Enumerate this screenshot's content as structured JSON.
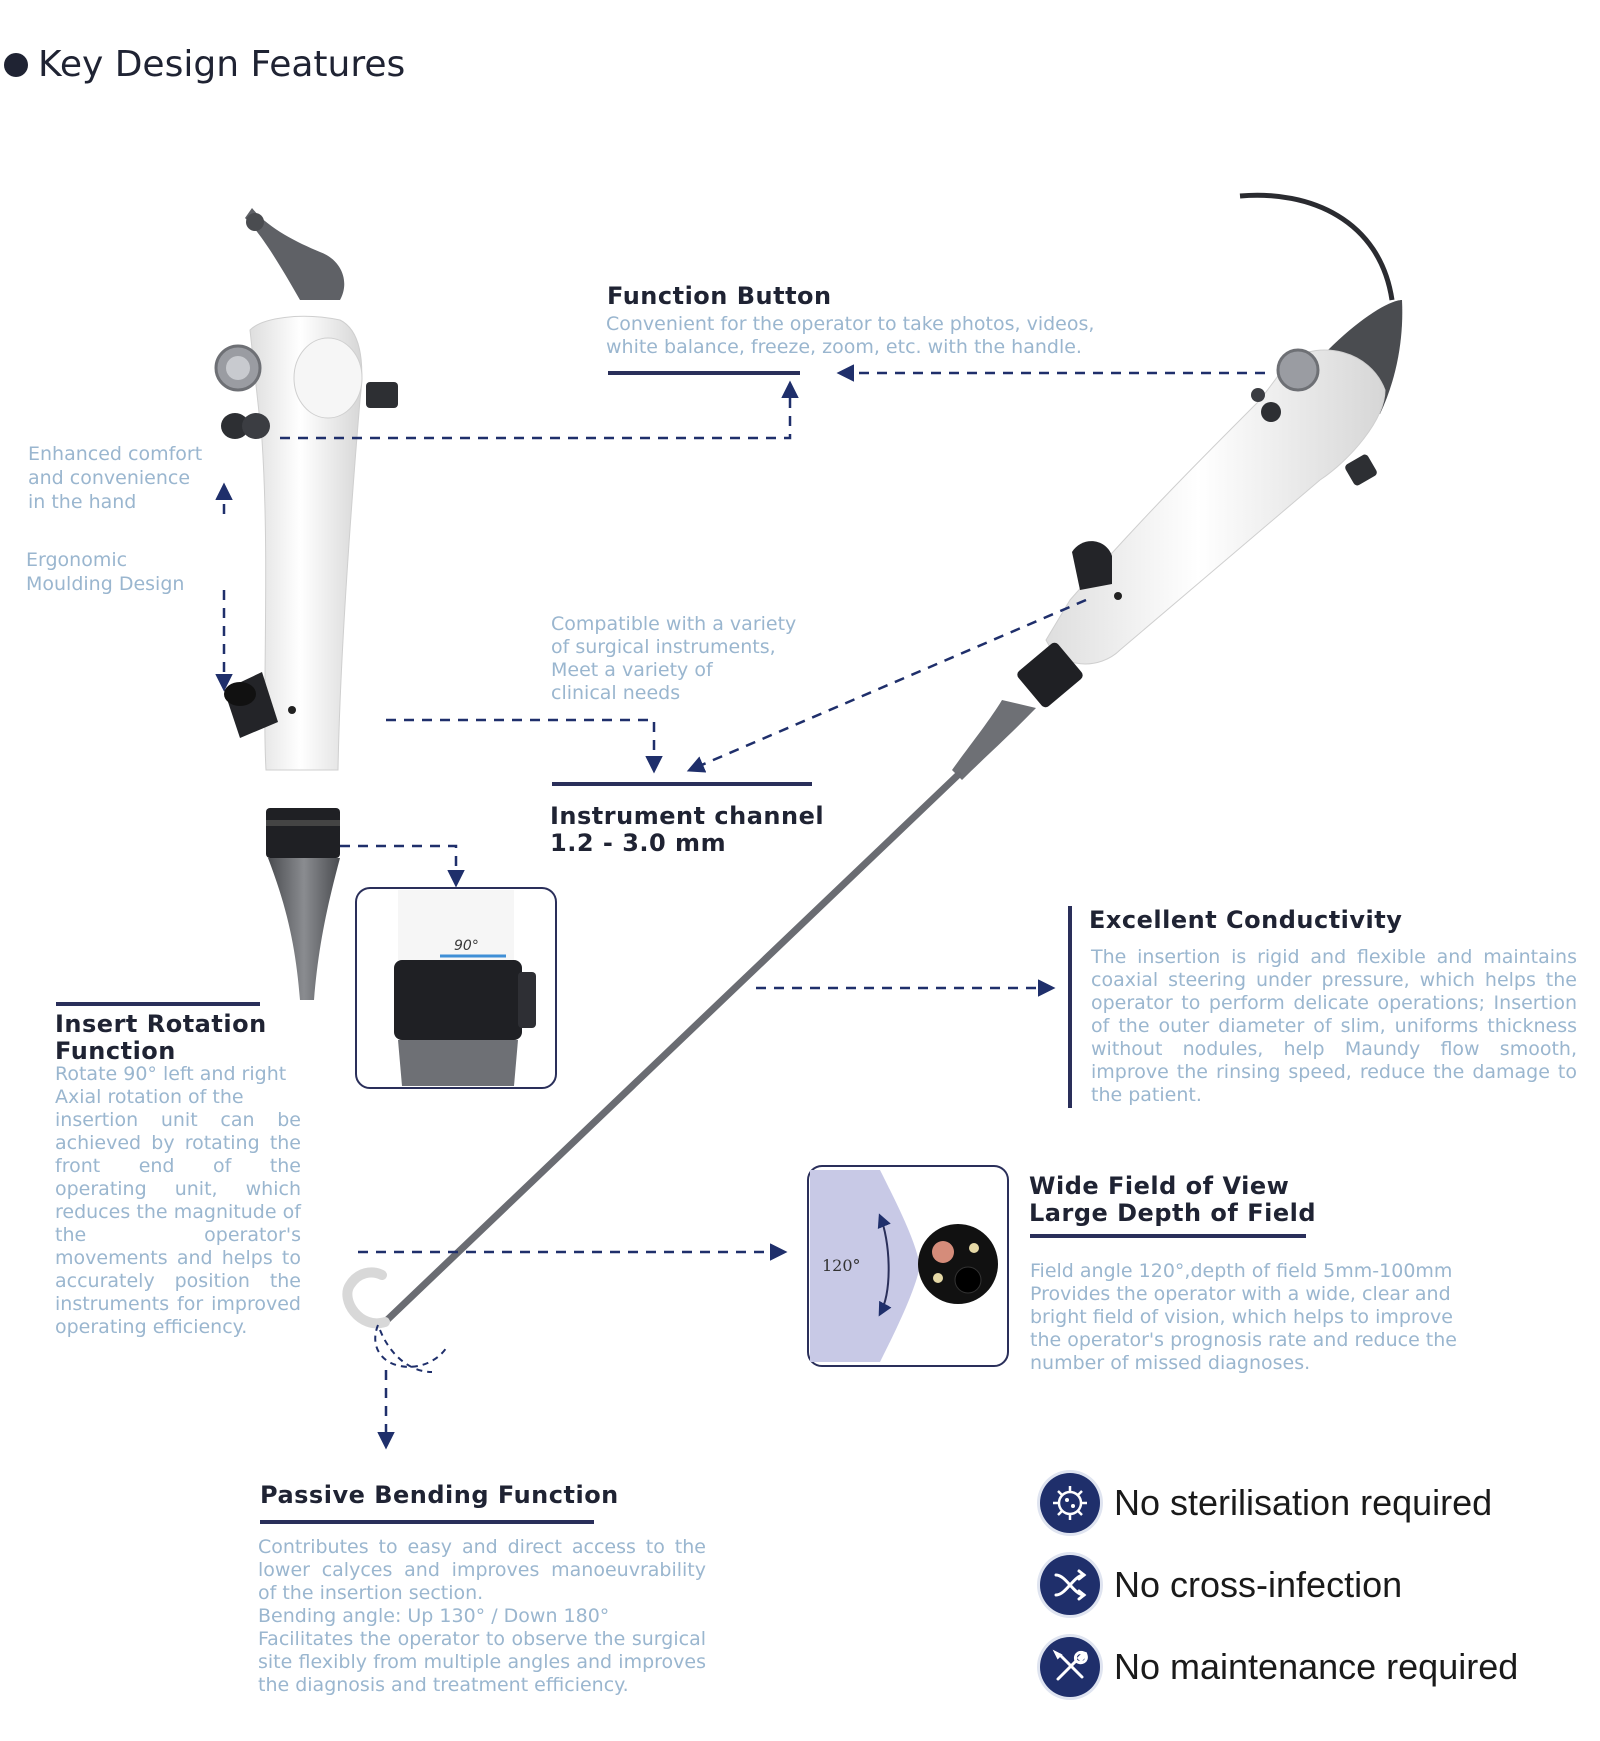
{
  "title": "Key Design Features",
  "function_button": {
    "heading": "Function Button",
    "body": [
      "Convenient for the operator to take photos, videos,",
      "white balance, freeze, zoom, etc. with the handle."
    ]
  },
  "comfort": {
    "line1": "Enhanced comfort",
    "line2": "and convenience",
    "line3": "in the hand"
  },
  "ergonomic": {
    "line1": "Ergonomic",
    "line2": "Moulding Design"
  },
  "instrument": {
    "body": [
      "Compatible with a variety",
      "of surgical instruments,",
      "Meet a variety of",
      "clinical needs"
    ],
    "heading1": "Instrument channel",
    "heading2": "1.2 - 3.0 mm"
  },
  "rotation_scale_label": "90°",
  "conductivity": {
    "heading": "Excellent Conductivity",
    "body": "The insertion is rigid and flexible and maintains coaxial steering under pressure, which helps the operator to perform delicate operations; Insertion of the outer diameter of slim, uniforms thickness without nodules, help Maundy flow smooth, improve the rinsing speed, reduce the damage to the patient."
  },
  "insert_rotation": {
    "heading1": "Insert Rotation",
    "heading2": "Function",
    "line1": "Rotate 90° left and right",
    "line2": "Axial rotation of the",
    "body": "insertion unit can be achieved by rotating the front end of the operating unit, which reduces the magnitude of the operator's movements and helps to accurately position the instruments for improved operating efficiency."
  },
  "field_view": {
    "heading1": "Wide Field of View",
    "heading2": "Large Depth of Field",
    "angle_label": "120°",
    "body": [
      "Field angle 120°,depth of field 5mm-100mm",
      "Provides the operator with a wide, clear and",
      "bright field of vision, which helps to improve",
      "the operator's prognosis rate and reduce the",
      "number of missed diagnoses."
    ]
  },
  "passive_bending": {
    "heading": "Passive Bending Function",
    "body": "Contributes to easy and direct access to the lower calyces and improves manoeuvrability of the insertion section.",
    "angle": "Bending angle:  Up 130° / Down 180°",
    "body2": "Facilitates the operator to observe the surgical site flexibly from multiple angles and improves the diagnosis and treatment efficiency."
  },
  "badges": [
    {
      "label": "No sterilisation required",
      "icon": "virus-icon"
    },
    {
      "label": "No cross-infection",
      "icon": "cross-arrows-icon"
    },
    {
      "label": "No maintenance required",
      "icon": "wrench-screwdriver-icon"
    }
  ],
  "colors": {
    "navy": "#1f2333",
    "light_text": "#9ab6cf",
    "badge_bg": "#1f2f6b",
    "device_grey": "#5f6166"
  }
}
